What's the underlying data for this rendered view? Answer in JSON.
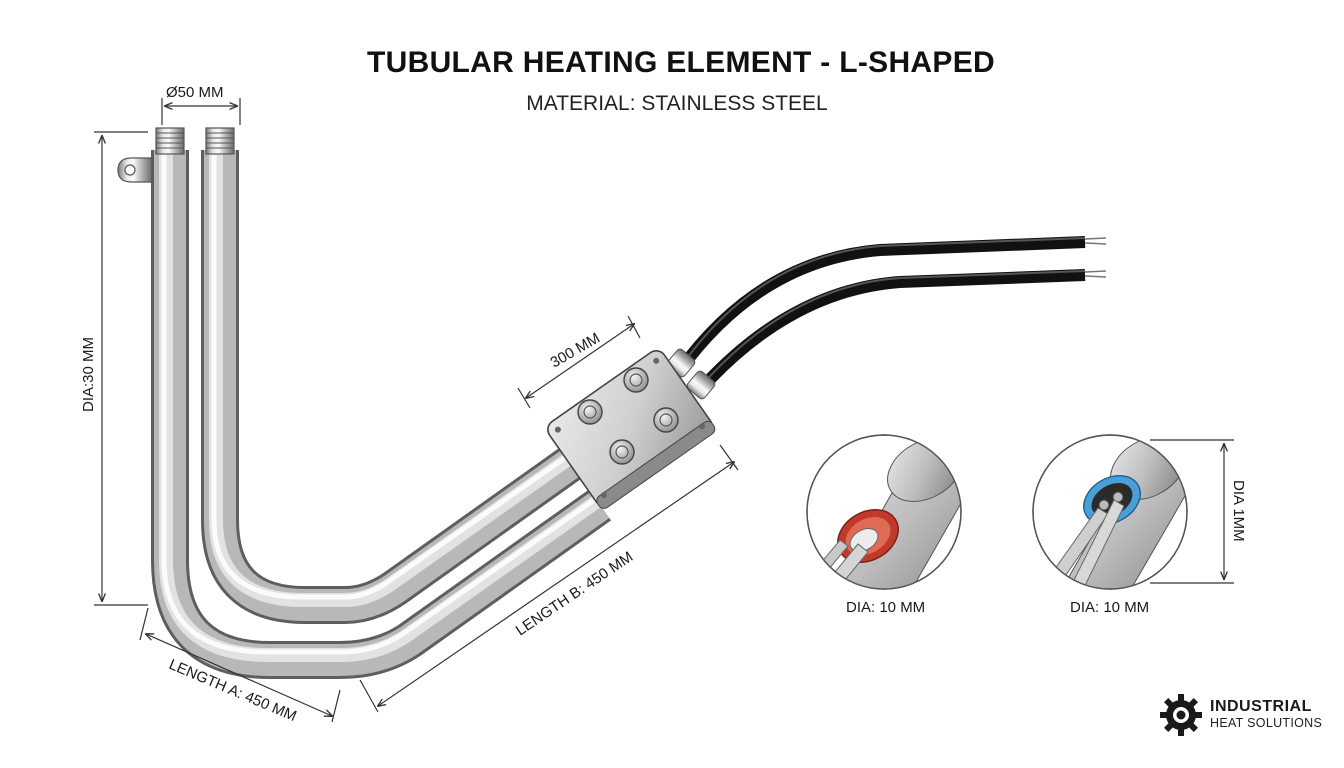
{
  "title": "TUBULAR HEATING ELEMENT - L-SHAPED",
  "subtitle": "MATERIAL: STAINLESS STEEL",
  "dimensions": {
    "terminal_diameter": "Ø50 MM",
    "vertical": "DIA:30 MM",
    "terminal_box": "300 MM",
    "length_a": "LENGTH A: 450 MM",
    "length_b": "LENGTH B: 450 MM",
    "detail_right_side": "DIA 1MM"
  },
  "details": [
    {
      "label": "DIA: 10 MM",
      "insulation_color": "#c0392b"
    },
    {
      "label": "DIA: 10 MM",
      "insulation_color": "#4a9fd8"
    }
  ],
  "logo": {
    "line1": "INDUSTRIAL",
    "line2": "HEAT SOLUTIONS",
    "icon": "gear-icon"
  },
  "colors": {
    "steel_light": "#f2f2f2",
    "steel_mid": "#b5b5b5",
    "steel_dark": "#6e6e6e",
    "wire": "#1b1b1b",
    "dimension_line": "#333333"
  }
}
